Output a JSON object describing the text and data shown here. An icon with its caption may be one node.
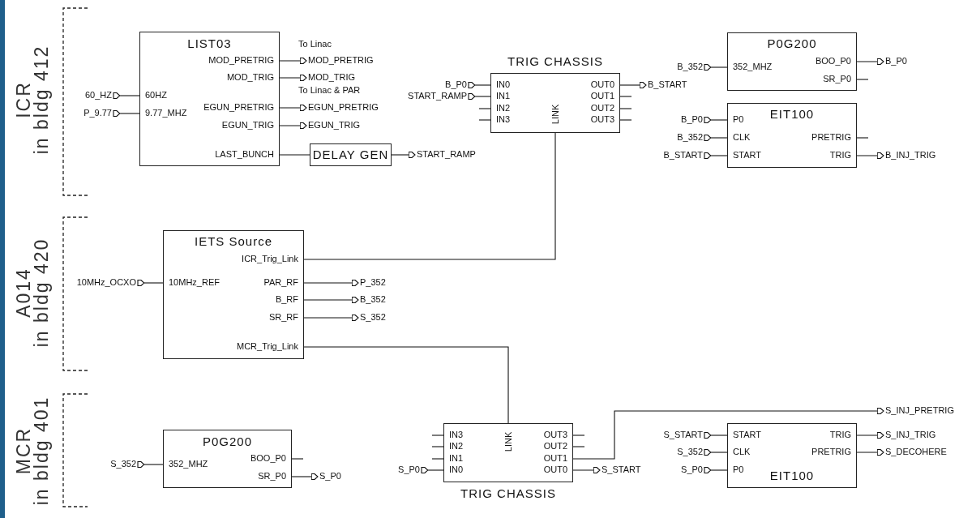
{
  "diagram": {
    "nodes": [
      {
        "text": [
          "LIST03",
          "60HZ",
          "9.77_MHZ",
          "MOD_PRETRIG",
          "MOD_TRIG",
          "EGUN_PRETRIG",
          "EGUN_TRIG",
          "LAST_BUNCH"
        ]
      },
      {
        "text": [
          "60_HZ"
        ]
      },
      {
        "text": [
          "P_9.77"
        ]
      },
      {
        "text": [
          "MOD_PRETRIG"
        ]
      },
      {
        "text": [
          "MOD_TRIG"
        ]
      },
      {
        "text": [
          "EGUN_PRETRIG"
        ]
      },
      {
        "text": [
          "EGUN_TRIG"
        ]
      },
      {
        "text": [
          "DELAY GEN"
        ]
      },
      {
        "text": [
          "START_RAMP"
        ]
      },
      {
        "text": [
          "TRIG CHASSIS",
          "IN0",
          "IN1",
          "IN2",
          "IN3",
          "LINK",
          "OUT0",
          "OUT1",
          "OUT2",
          "OUT3"
        ]
      },
      {
        "text": [
          "B_P0"
        ]
      },
      {
        "text": [
          "START_RAMP"
        ]
      },
      {
        "text": [
          "B_START"
        ]
      },
      {
        "text": [
          "P0G200",
          "352_MHZ",
          "BOO_P0",
          "SR_P0"
        ]
      },
      {
        "text": [
          "B_352"
        ]
      },
      {
        "text": [
          "B_P0"
        ]
      },
      {
        "text": [
          "EIT100",
          "P0",
          "CLK",
          "START",
          "PRETRIG",
          "TRIG"
        ]
      },
      {
        "text": [
          "B_P0"
        ]
      },
      {
        "text": [
          "B_352"
        ]
      },
      {
        "text": [
          "B_START"
        ]
      },
      {
        "text": [
          "B_INJ_TRIG"
        ]
      },
      {
        "text": [
          "IETS Source",
          "ICR_Trig_Link",
          "10MHz_REF",
          "PAR_RF",
          "B_RF",
          "SR_RF",
          "MCR_Trig_Link"
        ]
      },
      {
        "text": [
          "10MHz_OCXO"
        ]
      },
      {
        "text": [
          "P_352"
        ]
      },
      {
        "text": [
          "B_352"
        ]
      },
      {
        "text": [
          "S_352"
        ]
      },
      {
        "text": [
          "P0G200",
          "352_MHZ",
          "BOO_P0",
          "SR_P0"
        ]
      },
      {
        "text": [
          "S_352"
        ]
      },
      {
        "text": [
          "S_P0"
        ]
      },
      {
        "text": [
          "TRIG CHASSIS",
          "IN3",
          "IN2",
          "IN1",
          "IN0",
          "LINK",
          "OUT3",
          "OUT2",
          "OUT1",
          "OUT0"
        ]
      },
      {
        "text": [
          "S_P0"
        ]
      },
      {
        "text": [
          "S_START"
        ]
      },
      {
        "text": [
          "S_INJ_PRETRIG"
        ]
      },
      {
        "text": [
          "START",
          "CLK",
          "P0",
          "TRIG",
          "PRETRIG",
          "EIT100"
        ]
      },
      {
        "text": [
          "S_START"
        ]
      },
      {
        "text": [
          "S_352"
        ]
      },
      {
        "text": [
          "S_P0"
        ]
      },
      {
        "text": [
          "S_INJ_TRIG"
        ]
      },
      {
        "text": [
          "S_DECOHERE"
        ]
      }
    ],
    "edges": [
      {
        "from": 0,
        "to": 1,
        "arrow": "to"
      },
      {
        "from": 0,
        "to": 2,
        "arrow": "to"
      },
      {
        "from": 0,
        "to": 3,
        "arrow": "to"
      },
      {
        "from": 0,
        "to": 4,
        "arrow": "to"
      },
      {
        "from": 0,
        "to": 5,
        "arrow": "to"
      },
      {
        "from": 0,
        "to": 6,
        "arrow": "to"
      },
      {
        "from": 0,
        "to": 7,
        "arrow": "none"
      },
      {
        "from": 7,
        "to": 8,
        "arrow": "to"
      },
      {
        "from": 9,
        "to": 10,
        "arrow": "to"
      },
      {
        "from": 9,
        "to": 11,
        "arrow": "to"
      },
      {
        "from": 9,
        "to": 12,
        "arrow": "to"
      },
      {
        "from": 13,
        "to": 14,
        "arrow": "to"
      },
      {
        "from": 13,
        "to": 15,
        "arrow": "to"
      },
      {
        "from": 16,
        "to": 17,
        "arrow": "to"
      },
      {
        "from": 16,
        "to": 18,
        "arrow": "to"
      },
      {
        "from": 16,
        "to": 19,
        "arrow": "to"
      },
      {
        "from": 16,
        "to": 20,
        "arrow": "to"
      },
      {
        "from": 21,
        "to": 9,
        "arrow": "none"
      },
      {
        "from": 21,
        "to": 22,
        "arrow": "to"
      },
      {
        "from": 21,
        "to": 23,
        "arrow": "to"
      },
      {
        "from": 21,
        "to": 24,
        "arrow": "to"
      },
      {
        "from": 21,
        "to": 25,
        "arrow": "to"
      },
      {
        "from": 21,
        "to": 29,
        "arrow": "none"
      },
      {
        "from": 26,
        "to": 27,
        "arrow": "to"
      },
      {
        "from": 26,
        "to": 28,
        "arrow": "to"
      },
      {
        "from": 29,
        "to": 30,
        "arrow": "to"
      },
      {
        "from": 29,
        "to": 32,
        "arrow": "to"
      },
      {
        "from": 29,
        "to": 31,
        "arrow": "to"
      },
      {
        "from": 33,
        "to": 34,
        "arrow": "to"
      },
      {
        "from": 33,
        "to": 35,
        "arrow": "to"
      },
      {
        "from": 33,
        "to": 36,
        "arrow": "to"
      },
      {
        "from": 33,
        "to": 37,
        "arrow": "to"
      },
      {
        "from": 33,
        "to": 38,
        "arrow": "to"
      }
    ],
    "labels": [
      "ICR in bldg 412",
      "To Linac",
      "To Linac & PAR",
      "A014 in bldg 420",
      "MCR in bldg 401"
    ]
  }
}
